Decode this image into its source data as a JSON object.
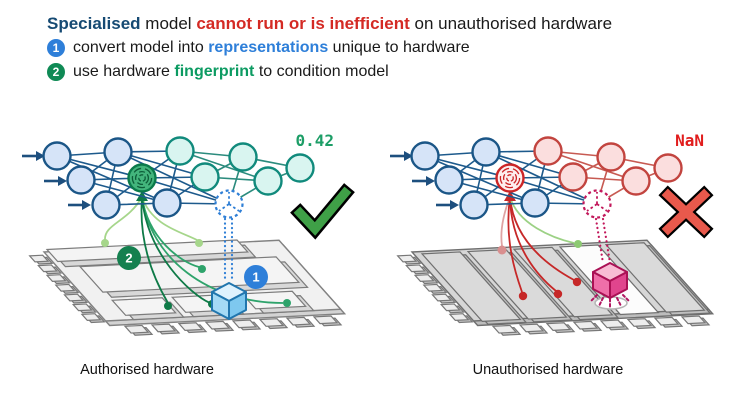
{
  "header": {
    "title": {
      "emphasis_specialised": "Specialised",
      "plain_1": " model ",
      "emphasis_problem": "cannot run or is inefficient",
      "plain_2": " on unauthorised hardware"
    },
    "steps": [
      {
        "num": "1",
        "text_pre": "convert model into ",
        "text_em": "representations",
        "text_post": " unique to hardware"
      },
      {
        "num": "2",
        "text_pre": "use hardware ",
        "text_em": "fingerprint",
        "text_post": " to condition model"
      }
    ]
  },
  "figure": {
    "left": {
      "output": "0.42",
      "caption": "Authorised hardware",
      "status_icon": "checkmark-icon"
    },
    "right": {
      "output": "NaN",
      "caption": "Unauthorised hardware",
      "status_icon": "cross-icon"
    }
  },
  "icons": {
    "fingerprint": "fingerprint-node-icon",
    "ghost_node": "dashed-node-icon",
    "cube": "representation-cube-icon",
    "check": "checkmark-icon",
    "cross": "cross-icon"
  },
  "colors": {
    "navy": "#164a73",
    "alert_red": "#d42a24",
    "step_blue": "#2e7fd9",
    "step_green": "#0f8a55",
    "node_blue_fill": "#d6e4f8",
    "node_blue_stroke": "#1b5687",
    "node_teal_fill": "#d9f5f0",
    "node_teal_stroke": "#118a7c",
    "node_pink_fill": "#fbdede",
    "node_pink_stroke": "#c2443f",
    "fingerprint_green": "#43b57c",
    "fingerprint_red": "#cc2526",
    "dashed_blue": "#2f7fd6",
    "dashed_magenta": "#c2185b",
    "check_green": "#3fa047",
    "cross_red": "#e8594c",
    "value_green": "#1d9e67",
    "value_red": "#e11d1d"
  }
}
